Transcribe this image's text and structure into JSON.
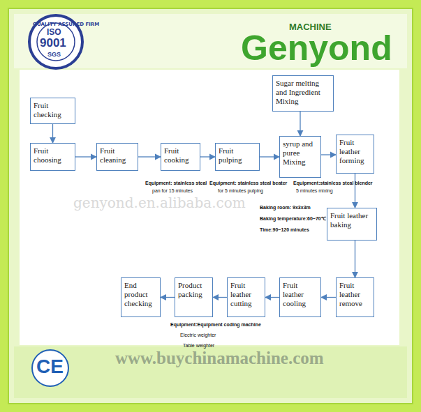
{
  "diagram": {
    "nodes": [
      {
        "text": [
          "Fruit checking"
        ]
      },
      {
        "text": [
          "Fruit choosing"
        ]
      },
      {
        "text": [
          "Fruit cleaning"
        ]
      },
      {
        "text": [
          "Fruit cooking"
        ]
      },
      {
        "text": [
          "Fruit pulping"
        ]
      },
      {
        "text": [
          "Sugar melting and Ingredient Mixing"
        ]
      },
      {
        "text": [
          "syrup and puree Mixing"
        ]
      },
      {
        "text": [
          "Fruit leather forming"
        ]
      },
      {
        "text": [
          "Fruit leather baking"
        ]
      },
      {
        "text": [
          "Fruit leather remove"
        ]
      },
      {
        "text": [
          "Fruit leather cooling"
        ]
      },
      {
        "text": [
          "Fruit leather cutting"
        ]
      },
      {
        "text": [
          "Product packing"
        ]
      },
      {
        "text": [
          "End product checking"
        ]
      }
    ],
    "edges": [
      {
        "from": 0,
        "to": 1,
        "arrow": "to"
      },
      {
        "from": 1,
        "to": 2,
        "arrow": "to"
      },
      {
        "from": 2,
        "to": 3,
        "arrow": "to"
      },
      {
        "from": 3,
        "to": 4,
        "arrow": "to"
      },
      {
        "from": 4,
        "to": 6,
        "arrow": "to"
      },
      {
        "from": 5,
        "to": 6,
        "arrow": "to"
      },
      {
        "from": 6,
        "to": 7,
        "arrow": "to"
      },
      {
        "from": 7,
        "to": 8,
        "arrow": "to"
      },
      {
        "from": 8,
        "to": 9,
        "arrow": "to"
      },
      {
        "from": 9,
        "to": 10,
        "arrow": "to"
      },
      {
        "from": 10,
        "to": 11,
        "arrow": "to"
      },
      {
        "from": 11,
        "to": 12,
        "arrow": "to"
      },
      {
        "from": 12,
        "to": 13,
        "arrow": "to"
      }
    ],
    "labels": [
      "QUALITY ASSURED FIRM",
      "ISO",
      "9001",
      "SGS",
      "MACHINE",
      "Genyond",
      "Equipment: stainless steal",
      "pan for 15 minutes",
      "Equipment: stainless steal beater",
      "for 5 minutes pulping",
      "Equipment:stainless steal blender",
      "5 minutes mixing",
      "Baking room: 9x3x3m",
      "Baking temperature:60~70℃",
      "Time:90~120 minutes",
      "genyond.en.alibaba.com",
      "Equipment:Equipment coding machine",
      "Electric weighter",
      "Table weighter",
      "www.buychinamachine.com",
      "CE"
    ]
  }
}
